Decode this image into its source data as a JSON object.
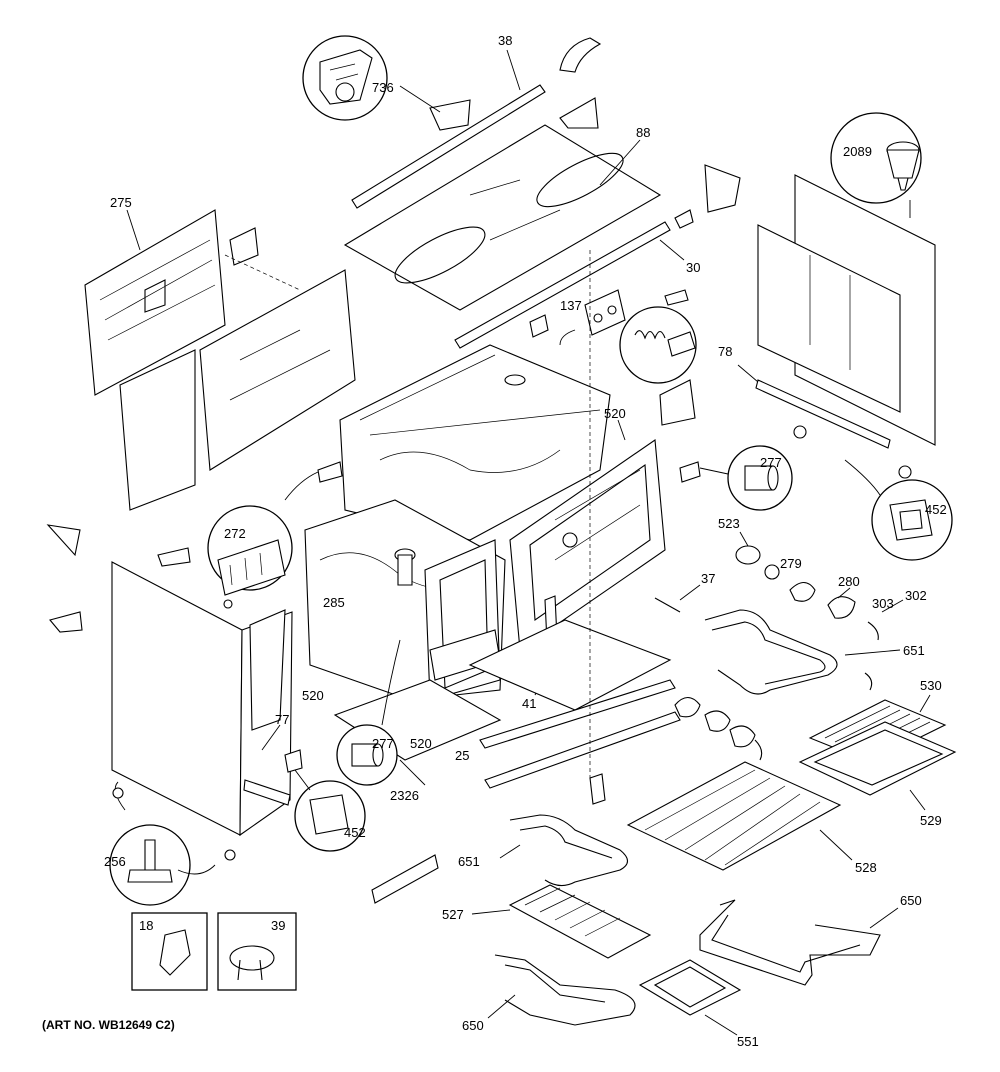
{
  "diagram": {
    "art_number": "(ART NO. WB12649 C2)",
    "callouts": {
      "c736": "736",
      "c38": "38",
      "c88": "88",
      "c2089": "2089",
      "c275": "275",
      "c30": "30",
      "c137": "137",
      "c78": "78",
      "c520a": "520",
      "c277a": "277",
      "c452a": "452",
      "c272": "272",
      "c523": "523",
      "c279": "279",
      "c280": "280",
      "c303": "303",
      "c302": "302",
      "c37": "37",
      "c285": "285",
      "c651a": "651",
      "c530": "530",
      "c41": "41",
      "c520b": "520",
      "c277b": "277",
      "c520c": "520",
      "c25": "25",
      "c77": "77",
      "c529": "529",
      "c452b": "452",
      "c2326": "2326",
      "c528": "528",
      "c256": "256",
      "c651b": "651",
      "c18": "18",
      "c39": "39",
      "c527": "527",
      "c650a": "650",
      "c650b": "650",
      "c551": "551"
    }
  }
}
